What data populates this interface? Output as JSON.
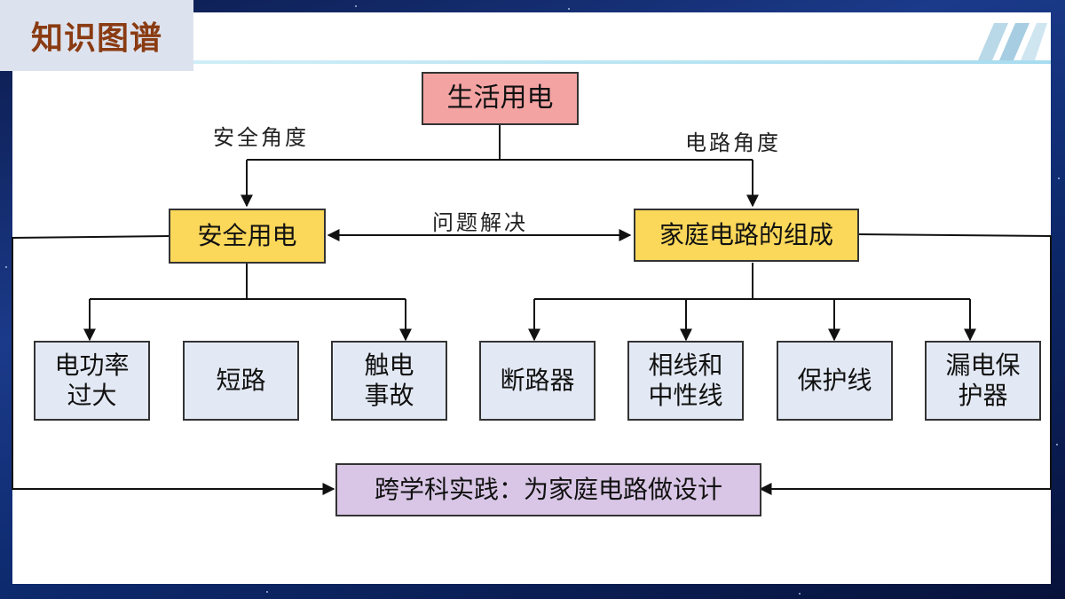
{
  "header": {
    "title": "知识图谱"
  },
  "diagram": {
    "root": "生活用电",
    "branch_labels": {
      "left": "安全角度",
      "right": "电路角度",
      "middle": "问题解决"
    },
    "left_node": "安全用电",
    "right_node": "家庭电路的组成",
    "left_leaves": [
      "电功率\n过大",
      "短路",
      "触电\n事故"
    ],
    "right_leaves": [
      "断路器",
      "相线和\n中性线",
      "保护线",
      "漏电保\n护器"
    ],
    "practice": "跨学科实践：为家庭电路做设计"
  },
  "colors": {
    "root_fill": "#f4a3a3",
    "mid_fill": "#fbd75a",
    "leaf_fill": "#e3e9f4",
    "practice_fill": "#d9c6e6",
    "title_text": "#8a3b12"
  }
}
